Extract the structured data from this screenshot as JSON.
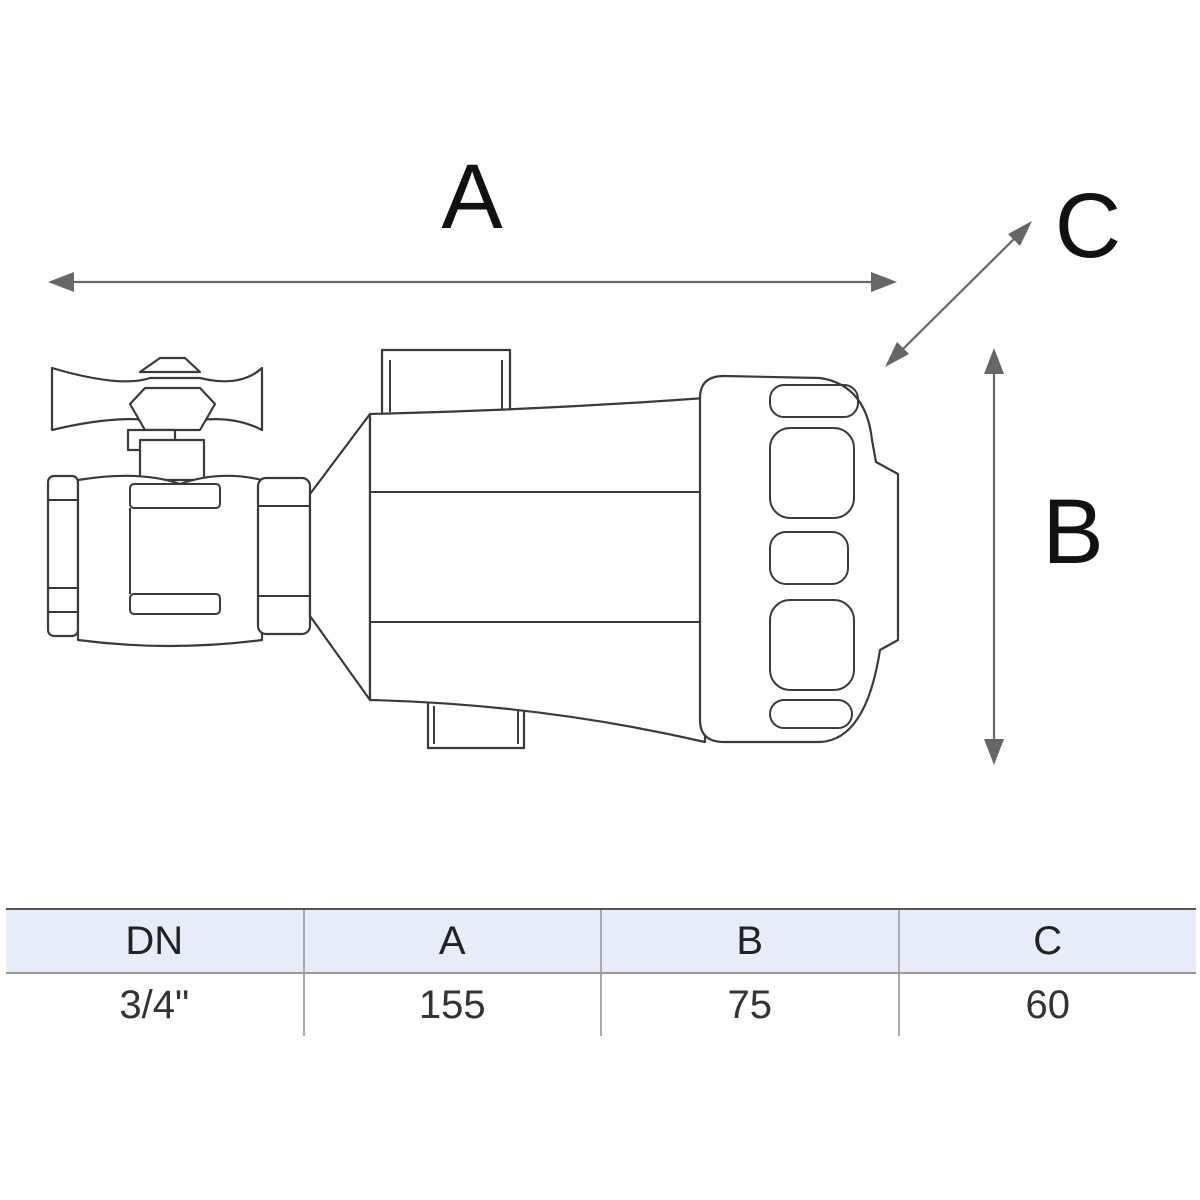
{
  "diagram": {
    "dimension_labels": {
      "a": "A",
      "b": "B",
      "c": "C"
    }
  },
  "table": {
    "headers": [
      "DN",
      "A",
      "B",
      "C"
    ],
    "rows": [
      [
        "3/4\"",
        "155",
        "75",
        "60"
      ]
    ]
  }
}
